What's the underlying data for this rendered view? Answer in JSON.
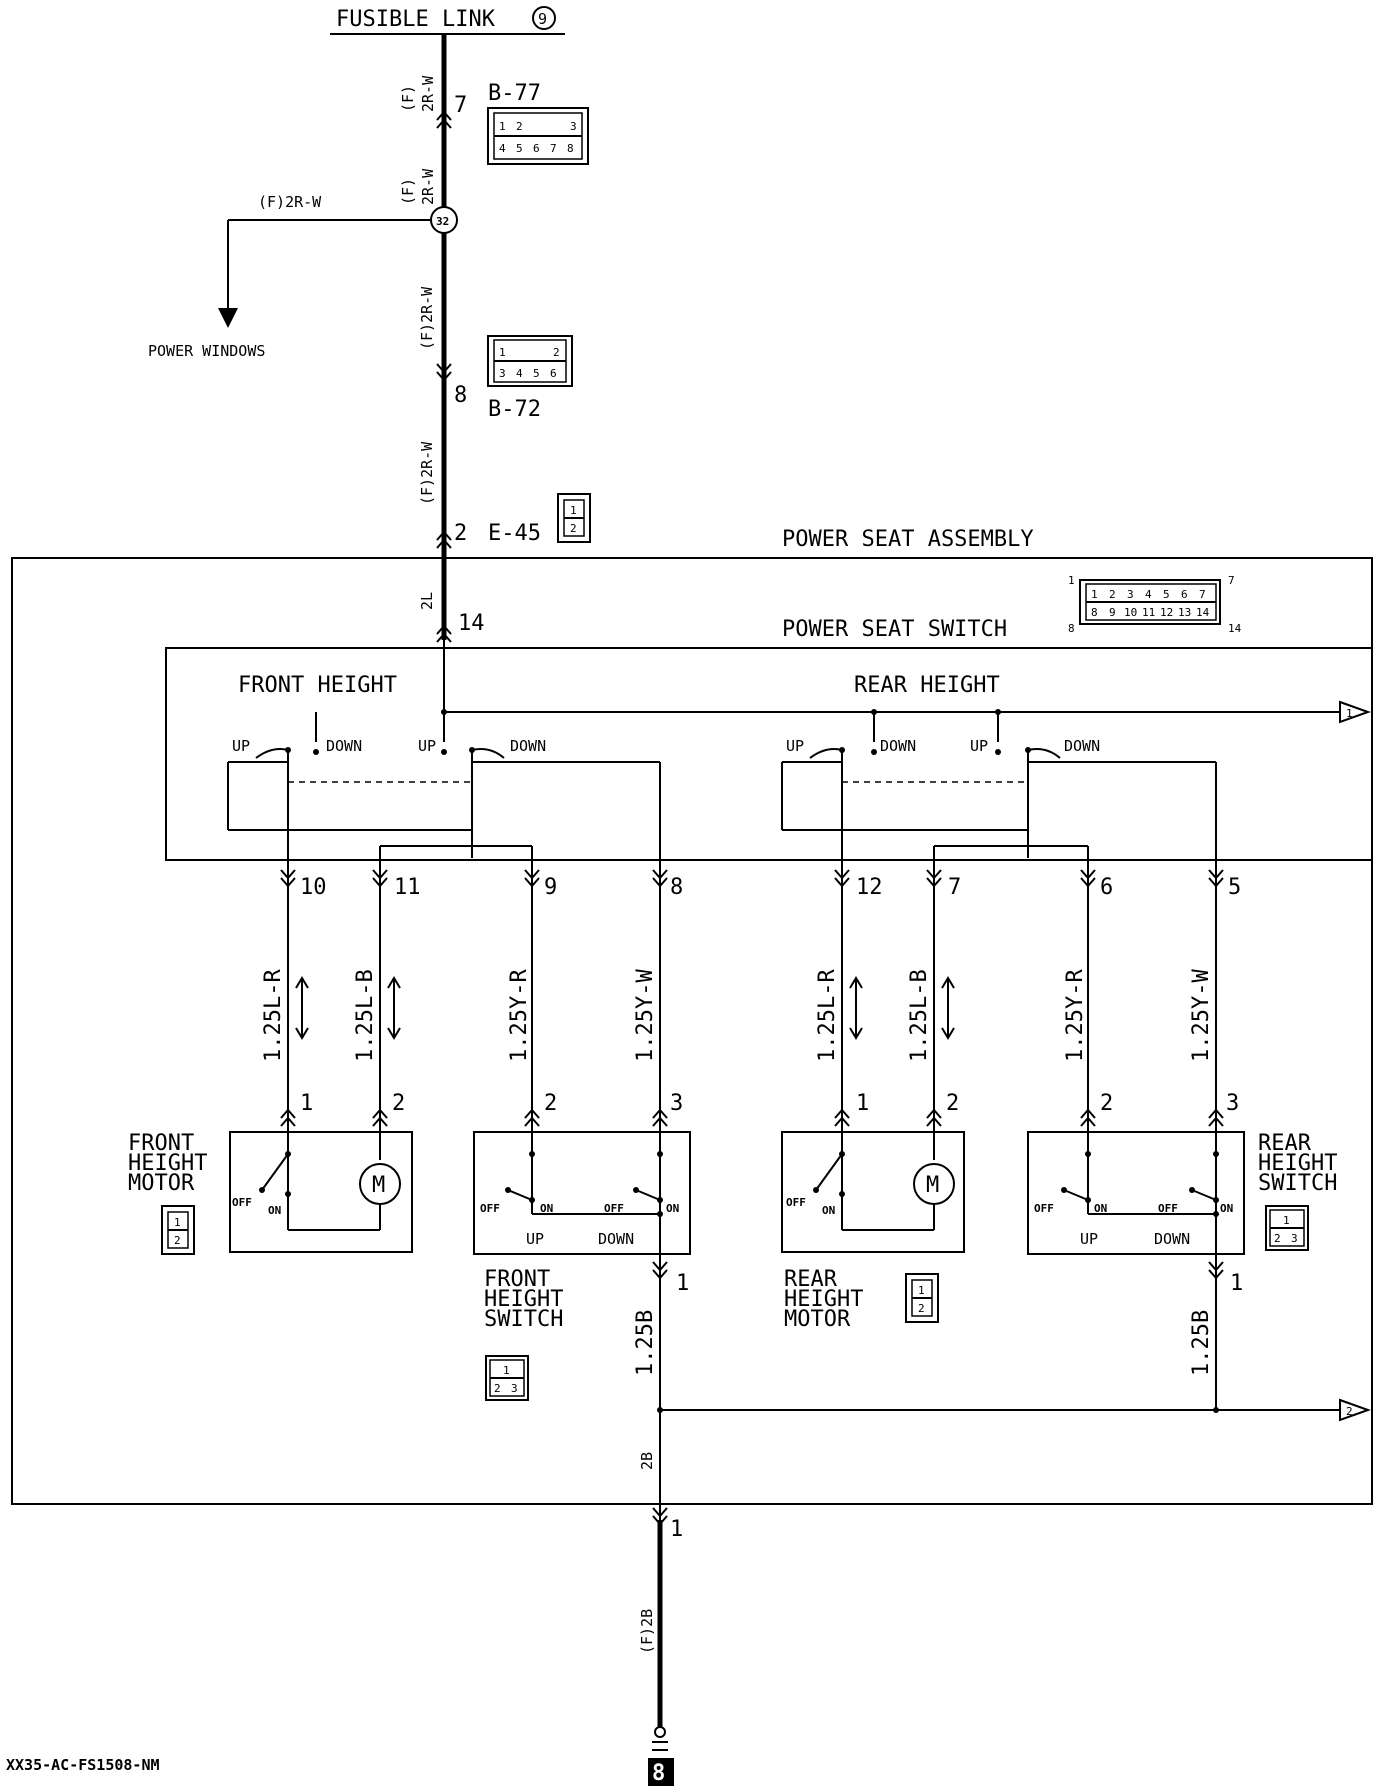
{
  "header": {
    "fusible_link": "FUSIBLE LINK",
    "fusible_link_no": "9"
  },
  "wires": {
    "f_2rw": "(F)2R-W",
    "f_2rw_stack_top": "(F)",
    "f_2rw_stack_bot": "2R-W",
    "w_2l": "2L",
    "w_2b": "2B",
    "w_f2b": "(F)2B",
    "w_125lr": "1.25L-R",
    "w_125lb": "1.25L-B",
    "w_125yr": "1.25Y-R",
    "w_125yw": "1.25Y-W",
    "w_125b": "1.25B"
  },
  "connectors": {
    "b77": {
      "id": "B-77",
      "pin": "7",
      "cells_top": [
        "1",
        "2",
        "",
        "3"
      ],
      "cells_bot": [
        "4",
        "5",
        "6",
        "7",
        "8"
      ]
    },
    "b72": {
      "id": "B-72",
      "pin": "8",
      "cells_top": [
        "1",
        "",
        "2"
      ],
      "cells_bot": [
        "3",
        "4",
        "5",
        "6"
      ]
    },
    "e45": {
      "id": "E-45",
      "pin": "2",
      "cells": [
        "1",
        "2"
      ]
    },
    "junction": "32",
    "power_windows": "POWER WINDOWS",
    "seat_switch_conn": {
      "top": [
        "1",
        "2",
        "3",
        "4",
        "5",
        "6",
        "7"
      ],
      "bot": [
        "8",
        "9",
        "10",
        "11",
        "12",
        "13",
        "14"
      ],
      "left_top": "1",
      "right_top": "7",
      "left_bot": "8",
      "right_bot": "14"
    }
  },
  "assembly": {
    "title": "POWER SEAT ASSEMBLY",
    "switch_title": "POWER SEAT SWITCH",
    "switch_pin": "14",
    "front_height": "FRONT HEIGHT",
    "rear_height": "REAR HEIGHT",
    "up": "UP",
    "down": "DOWN",
    "off": "OFF",
    "on": "ON",
    "motor_symbol": "M",
    "pins_front": [
      "10",
      "11",
      "9",
      "8"
    ],
    "pins_rear": [
      "12",
      "7",
      "6",
      "5"
    ],
    "device_pins": [
      "1",
      "2",
      "2",
      "3",
      "1",
      "2",
      "2",
      "3"
    ],
    "switch_out_pin": "1",
    "ground_pin": "1",
    "offpage_1": "1",
    "offpage_2": "2"
  },
  "devices": {
    "front_motor": [
      "FRONT",
      "HEIGHT",
      "MOTOR"
    ],
    "front_switch": [
      "FRONT",
      "HEIGHT",
      "SWITCH"
    ],
    "rear_motor": [
      "REAR",
      "HEIGHT",
      "MOTOR"
    ],
    "rear_switch": [
      "REAR",
      "HEIGHT",
      "SWITCH"
    ],
    "small_conn_2": [
      "1",
      "2"
    ],
    "small_conn_3": [
      "1",
      "2",
      "3"
    ]
  },
  "footer": {
    "code": "XX35-AC-FS1508-NM",
    "page_no": "8"
  }
}
